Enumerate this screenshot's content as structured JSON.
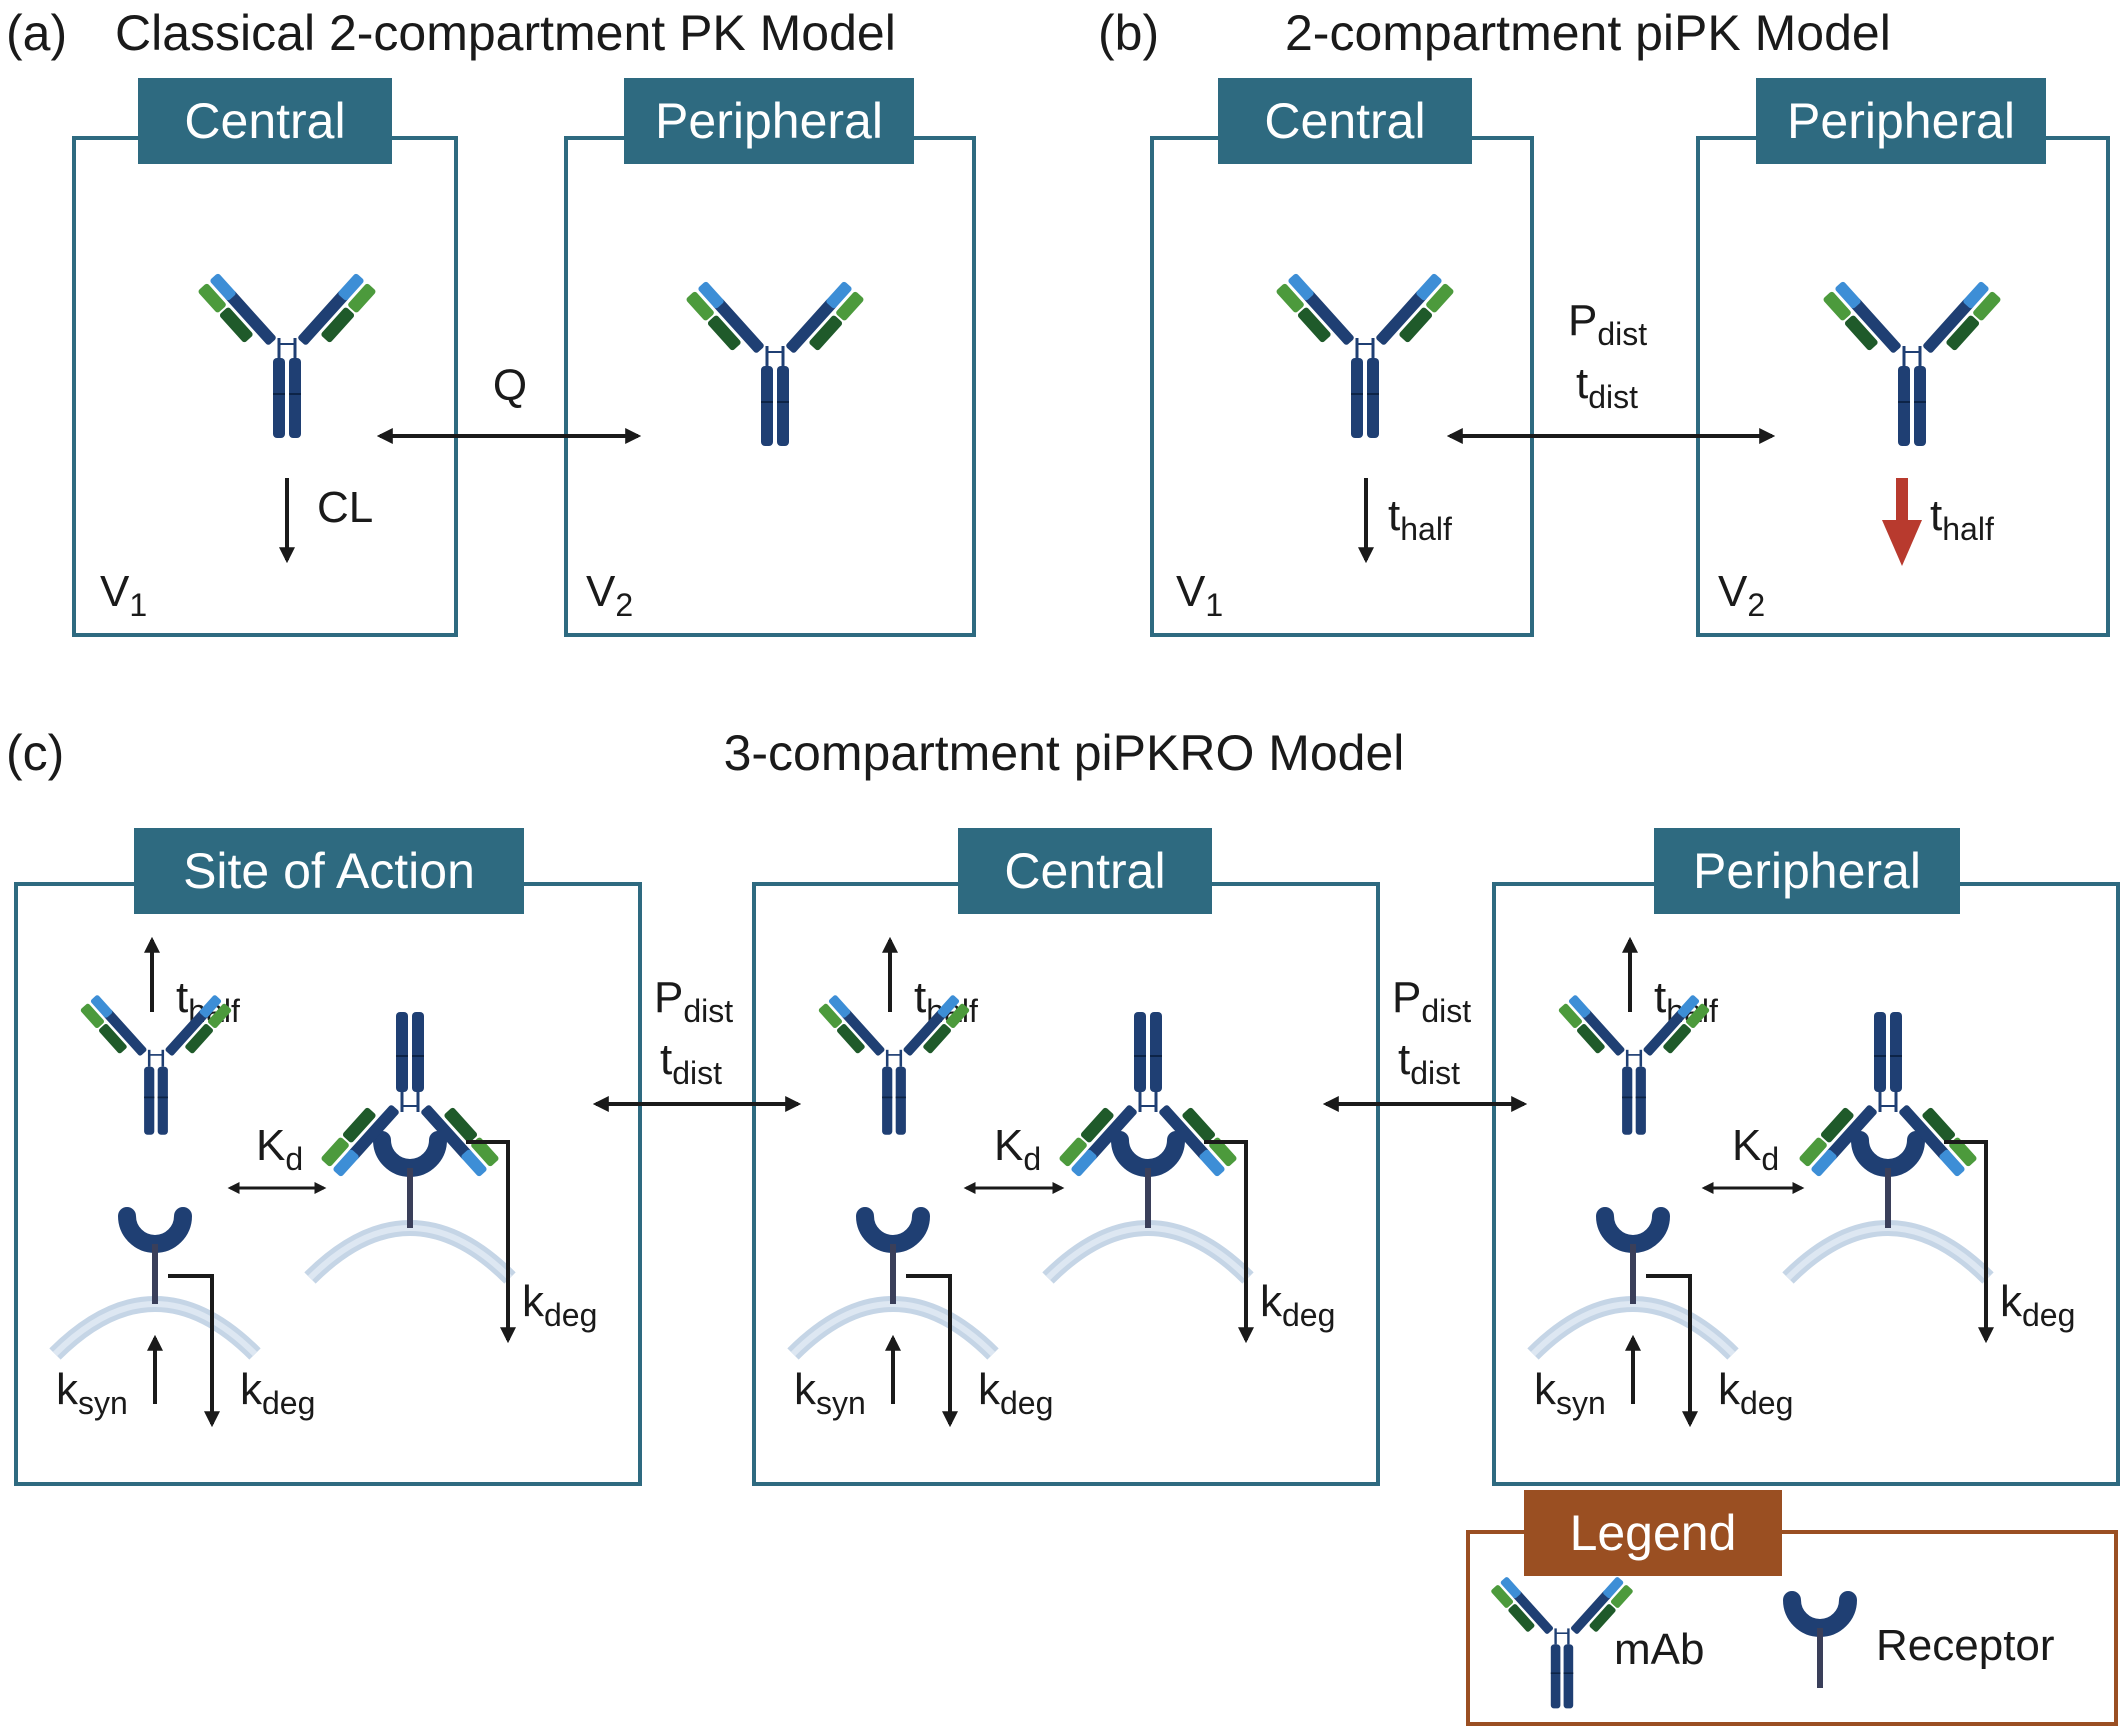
{
  "panels": {
    "a": {
      "letter": "(a)",
      "title": "Classical 2-compartment PK Model"
    },
    "b": {
      "letter": "(b)",
      "title": "2-compartment piPK Model"
    },
    "c": {
      "letter": "(c)",
      "title": "3-compartment piPKRO Model"
    }
  },
  "compartments": {
    "central": "Central",
    "peripheral": "Peripheral",
    "site_of_action": "Site of Action"
  },
  "symbols": {
    "Q": "Q",
    "CL": "CL",
    "V": "V",
    "V1_sub": "1",
    "V2_sub": "2",
    "P": "P",
    "t": "t",
    "K": "K",
    "k": "k",
    "dist": "dist",
    "half": "half",
    "d": "d",
    "deg": "deg",
    "syn": "syn"
  },
  "legend": {
    "title": "Legend",
    "mab": "mAb",
    "receptor": "Receptor"
  },
  "colors": {
    "compartment_header": "#2e6a80",
    "compartment_border": "#2e6a80",
    "legend_header": "#9a4f22",
    "legend_border": "#9a4f22",
    "mab_heavy": "#1f3f73",
    "mab_light_blue": "#3d8ed6",
    "mab_green": "#4c9a3c",
    "mab_dark_green": "#1f5a2a",
    "receptor": "#1f3f73",
    "membrane": "#c5d5e6",
    "arrow": "#1a1a1a",
    "highlight_arrow": "#b83a2e"
  }
}
